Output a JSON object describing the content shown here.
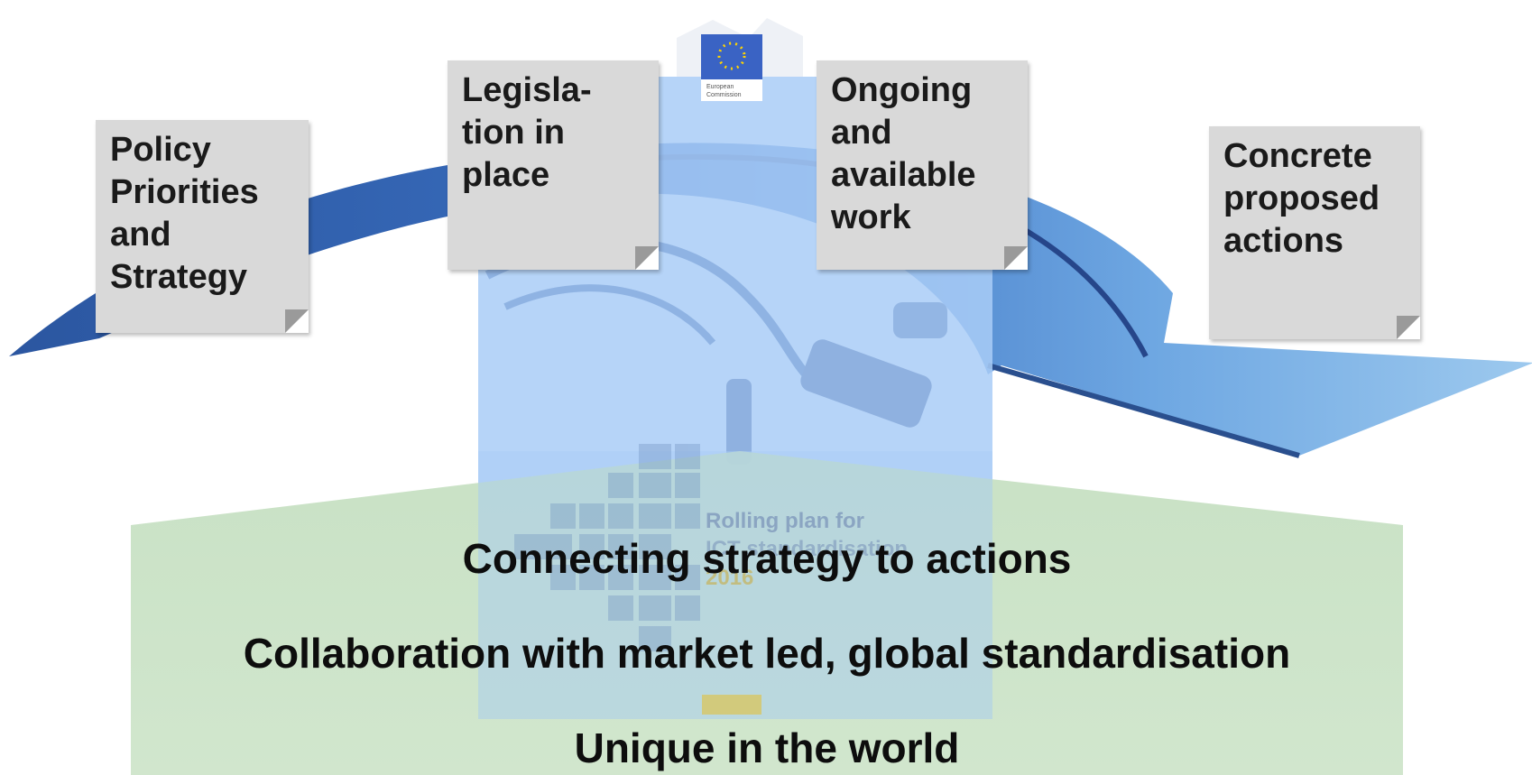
{
  "notes": [
    {
      "id": "policy",
      "text": "Policy\nPriorities\nand\nStrategy"
    },
    {
      "id": "legislation",
      "text": "Legisla-\ntion in\nplace"
    },
    {
      "id": "ongoing",
      "text": "Ongoing\nand\navailable\nwork"
    },
    {
      "id": "concrete",
      "text": "Concrete\nproposed\nactions"
    }
  ],
  "statements": [
    "Connecting strategy to actions",
    "Collaboration with market led, global standardisation",
    "Unique in the world"
  ],
  "background_document": {
    "title_lines": [
      "Rolling plan for",
      "ICT standardisation"
    ],
    "year": "2016",
    "publisher_lines": [
      "European",
      "Commission"
    ]
  },
  "colors": {
    "arrow_dark": "#2f5597",
    "arrow_light": "#8fbde8",
    "note_fill": "#d9d9d9",
    "band_green": "#c6e0c1",
    "document_blue": "#a9cdf7",
    "eu_blue": "#3a63c4",
    "eu_star": "#ffd400"
  }
}
